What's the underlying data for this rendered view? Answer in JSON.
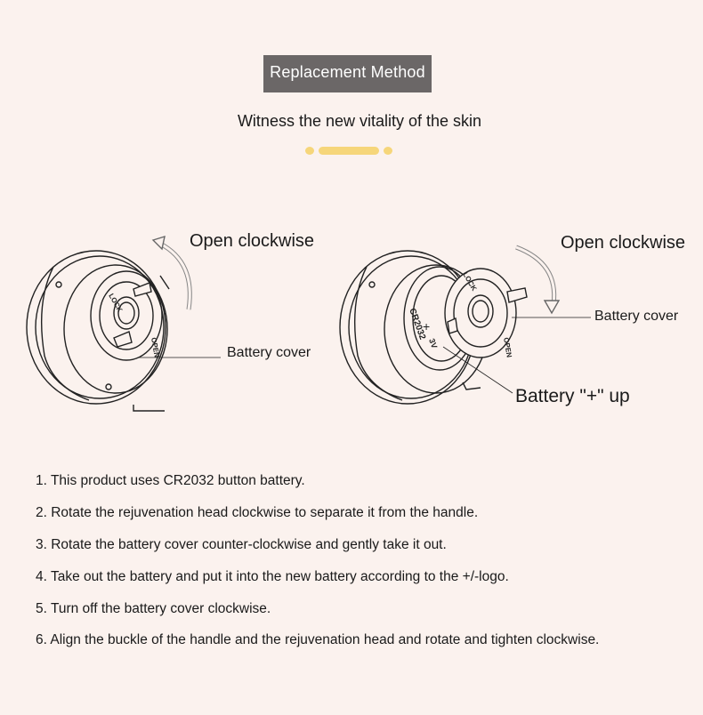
{
  "header": {
    "title": "Replacement Method",
    "subtitle": "Witness the new vitality of the skin"
  },
  "colors": {
    "background": "#fbf2ee",
    "title_box": "#6b6767",
    "accent": "#f6d67a"
  },
  "diagram": {
    "left": {
      "arrow_label": "Open clockwise",
      "cover_label": "Battery cover",
      "cover_text_lock": "LOCK",
      "cover_text_open": "OPEN"
    },
    "right": {
      "arrow_label": "Open clockwise",
      "cover_label": "Battery cover",
      "battery_label": "Battery \"+\" up",
      "battery_model": "CR2032",
      "battery_plus": "+",
      "battery_volt": "3V",
      "cover_text_lock": "LOCK",
      "cover_text_open": "OPEN"
    }
  },
  "steps": [
    "1. This product uses CR2032 button battery.",
    "2. Rotate the rejuvenation head clockwise to separate it from the handle.",
    "3. Rotate the battery cover counter-clockwise and gently take it out.",
    "4. Take out the battery and put it into the new battery according to the +/-logo.",
    "5.  Turn off the battery cover clockwise.",
    "6. Align the buckle of the handle and the rejuvenation head and rotate and tighten clockwise."
  ]
}
